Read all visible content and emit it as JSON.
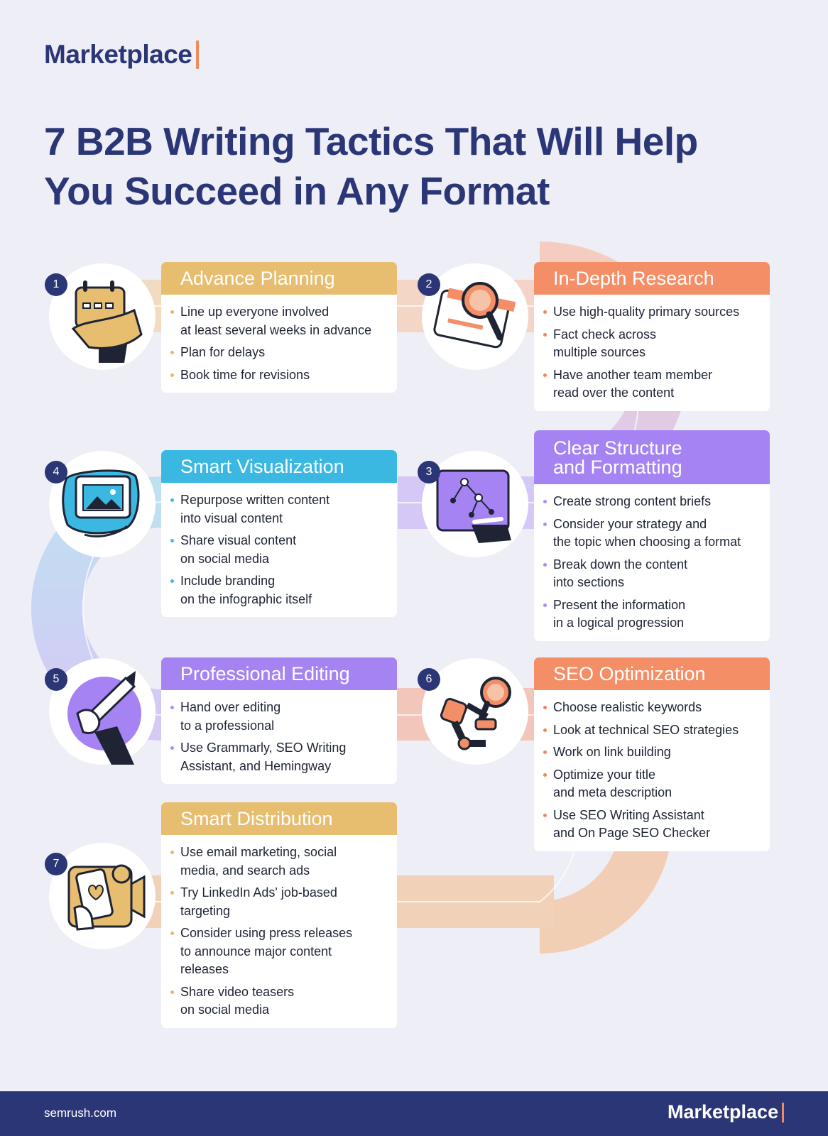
{
  "brand": {
    "name": "Marketplace",
    "footer_url": "semrush.com"
  },
  "title": "7 B2B Writing Tactics That Will Help You Succeed in Any Format",
  "colors": {
    "navy": "#2a3676",
    "amber": "#e7bd70",
    "orange": "#f38e66",
    "purple": "#a583f3",
    "blue": "#3bb8e2",
    "background": "#eeeef6"
  },
  "tactics": [
    {
      "number": "1",
      "title": "Advance Planning",
      "icon": "calendar-hand-icon",
      "bullets": [
        "Line up everyone involved\nat least several weeks in advance",
        "Plan for delays",
        "Book time for revisions"
      ]
    },
    {
      "number": "2",
      "title": "In-Depth Research",
      "icon": "magnifier-browser-icon",
      "bullets": [
        "Use high-quality primary sources",
        "Fact check across\nmultiple sources",
        "Have another team member\nread over the content"
      ]
    },
    {
      "number": "3",
      "title": "Clear Structure\nand Formatting",
      "icon": "structure-tablet-icon",
      "bullets": [
        "Create strong content briefs",
        "Consider your strategy and\nthe topic when choosing a format",
        "Break down the content\ninto sections",
        "Present the information\nin a logical progression"
      ]
    },
    {
      "number": "4",
      "title": "Smart Visualization",
      "icon": "image-window-icon",
      "bullets": [
        "Repurpose written content\ninto visual content",
        "Share visual content\non social media",
        "Include branding\non the infographic itself"
      ]
    },
    {
      "number": "5",
      "title": "Professional Editing",
      "icon": "pencil-hand-icon",
      "bullets": [
        "Hand over editing\nto a professional",
        "Use Grammarly, SEO Writing\nAssistant, and Hemingway"
      ]
    },
    {
      "number": "6",
      "title": "SEO Optimization",
      "icon": "seo-robot-arm-icon",
      "bullets": [
        "Choose realistic keywords",
        "Look at technical SEO strategies",
        "Work on link building",
        "Optimize your title\nand meta description",
        "Use SEO Writing Assistant\nand On Page SEO Checker"
      ]
    },
    {
      "number": "7",
      "title": "Smart Distribution",
      "icon": "phone-video-icon",
      "bullets": [
        "Use email marketing, social\nmedia, and search ads",
        "Try LinkedIn Ads' job-based\ntargeting",
        "Consider using press releases\nto announce major content\nreleases",
        "Share video teasers\non social media"
      ]
    }
  ]
}
